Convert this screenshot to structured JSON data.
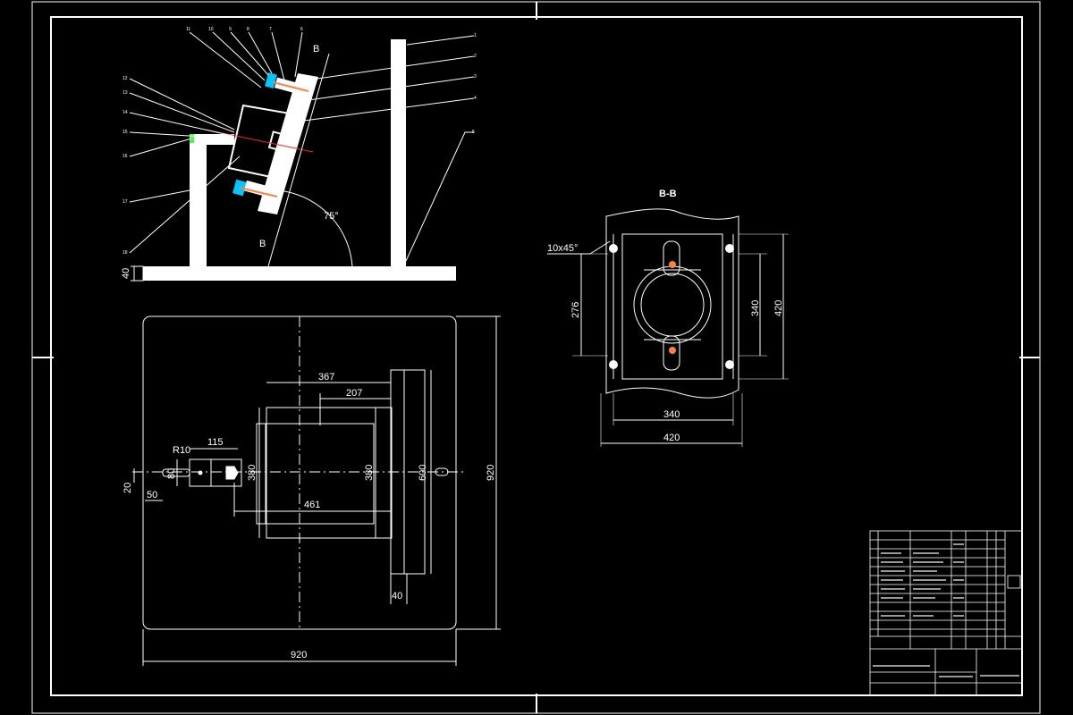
{
  "dimensions": {
    "base_thickness": "40",
    "angle": "75°",
    "d367": "367",
    "d207": "207",
    "d115": "115",
    "r10": "R10",
    "d80": "80",
    "d380a": "380",
    "d380b": "380",
    "d600": "600",
    "d920v": "920",
    "d461": "461",
    "d20": "20",
    "d50": "50",
    "d40b": "40",
    "d920h": "920",
    "chamfer": "10x45°",
    "d276": "276",
    "d340v": "340",
    "d420v": "420",
    "d340h": "340",
    "d420h": "420"
  },
  "section_labels": {
    "upper_b": "B",
    "lower_b": "B",
    "view_title": "B-B"
  },
  "balloons_right": [
    "1",
    "2",
    "3",
    "4",
    "5"
  ],
  "balloons_top": [
    "11",
    "10",
    "9",
    "8",
    "7",
    "6"
  ],
  "balloons_left": [
    "12",
    "13",
    "14",
    "15",
    "16",
    "17",
    "18"
  ],
  "colors": {
    "line": "#ffffff",
    "accent_cyan": "#00c8ff",
    "accent_red": "#ff2020",
    "accent_orange": "#ff8040",
    "accent_green": "#40ff40",
    "background": "#000000"
  }
}
